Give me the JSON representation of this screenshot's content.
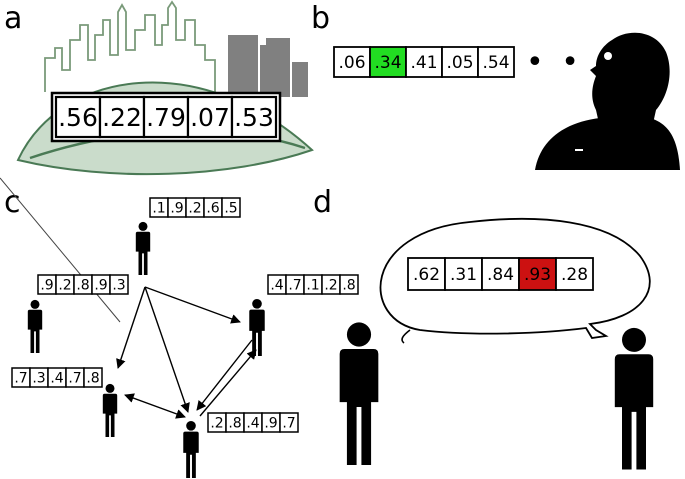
{
  "panels": {
    "a": {
      "label": "a",
      "vector": [
        ".56",
        ".22",
        ".79",
        ".07",
        ".53"
      ]
    },
    "b": {
      "label": "b",
      "vector": [
        ".06",
        ".34",
        ".41",
        ".05",
        ".54"
      ],
      "highlight_index": 1,
      "highlight_color": "#22dd22",
      "ellipsis": "• • •"
    },
    "c": {
      "label": "c",
      "agents": [
        {
          "vector": [
            ".1",
            ".9",
            ".2",
            ".6",
            ".5"
          ]
        },
        {
          "vector": [
            ".9",
            ".2",
            ".8",
            ".9",
            ".3"
          ]
        },
        {
          "vector": [
            ".4",
            ".7",
            ".1",
            ".2",
            ".8"
          ]
        },
        {
          "vector": [
            ".7",
            ".3",
            ".4",
            ".7",
            ".8"
          ]
        },
        {
          "vector": [
            ".2",
            ".8",
            ".4",
            ".9",
            ".7"
          ]
        }
      ]
    },
    "d": {
      "label": "d",
      "vector": [
        ".62",
        ".31",
        ".84",
        ".93",
        ".28"
      ],
      "highlight_index": 3,
      "highlight_color": "#cc1111"
    }
  },
  "colors": {
    "city_outline": "#7a9a7a",
    "leaf_fill": "#9fc0a0",
    "leaf_dark": "#4a7a55",
    "building_gray": "#808080",
    "person": "#000000"
  }
}
